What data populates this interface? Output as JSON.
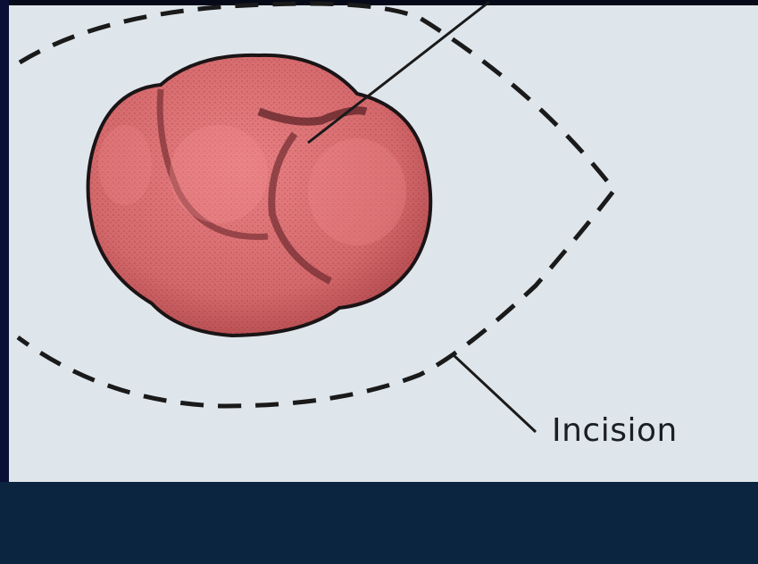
{
  "labels": {
    "incision": "Incision"
  },
  "colors": {
    "paper": "#dfe6eb",
    "tissue_fill": "#d96a6c",
    "tissue_dark": "#7a2a2e",
    "outline": "#1b1416",
    "dashed_line": "#1a1a1a",
    "bottom_band": "#0b2540",
    "left_band": "#0a0f36"
  },
  "icons": {
    "lesion": "lobulated-mass-illustration",
    "excision_outline": "elliptical-dashed-incision-line"
  }
}
